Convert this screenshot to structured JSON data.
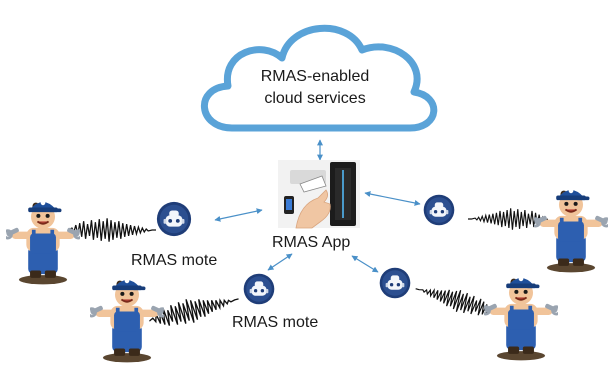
{
  "cloud": {
    "line1": "RMAS-enabled",
    "line2": "cloud services",
    "stroke_color": "#5aa3d8"
  },
  "app": {
    "label": "RMAS App"
  },
  "motes": [
    {
      "label": "RMAS mote"
    },
    {
      "label": "RMAS mote"
    }
  ],
  "colors": {
    "connector": "#4a90c8",
    "mote_badge": "#1f3d78",
    "worker_cap": "#1f4f9a",
    "worker_overalls": "#2d5fb0",
    "signal_wave": "#111111"
  },
  "icons": [
    "cloud-icon",
    "tablet-app-icon",
    "mote-badge-icon",
    "mechanic-icon",
    "signal-wave-icon"
  ]
}
